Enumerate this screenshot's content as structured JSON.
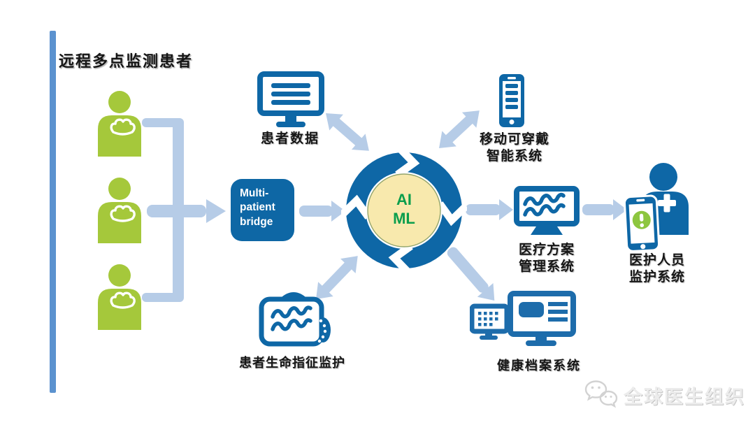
{
  "title": "远程多点监测患者",
  "bridge": {
    "label": "Multi-\npatient\nbridge"
  },
  "ring": {
    "ai": "AI",
    "ml": "ML"
  },
  "nodes": {
    "patient_data": {
      "label": "患者数据"
    },
    "wearable": {
      "label": "移动可穿戴\n智能系统"
    },
    "care_plan": {
      "label": "医疗方案\n管理系统"
    },
    "caregiver": {
      "label": "医护人员\n监护系统"
    },
    "vitals": {
      "label": "患者生命指征监护"
    },
    "ehr": {
      "label": "健康档案系统"
    }
  },
  "watermark": {
    "text": "全球医生组织"
  },
  "colors": {
    "primary_blue": "#0e67a6",
    "light_blue_arrow": "#b6cce7",
    "person_green": "#a5c83b",
    "accent_bar_blue": "#5b92cf",
    "ring_center_fill": "#f8e9ad",
    "ai_ml_text_green": "#0b9e4d",
    "alert_circle_green": "#8dc63f"
  }
}
